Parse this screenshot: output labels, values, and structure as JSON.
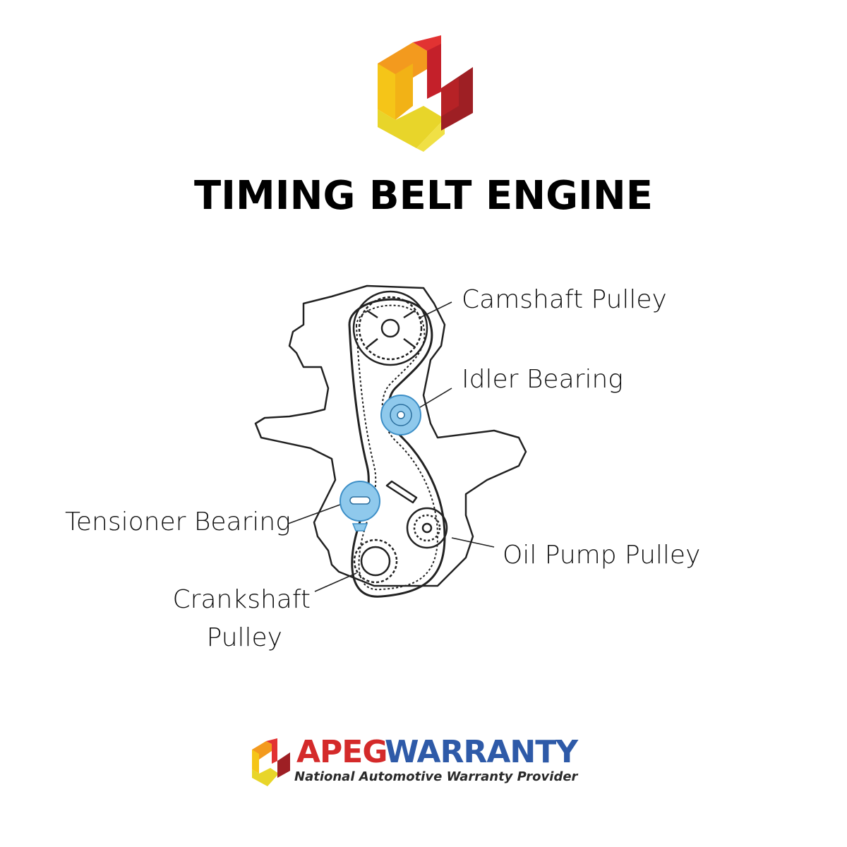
{
  "header": {
    "logo_icon": "apeg-cube-logo-icon",
    "title": "TIMING BELT ENGINE"
  },
  "diagram": {
    "labels": {
      "camshaft": "Camshaft Pulley",
      "idler": "Idler Bearing",
      "tensioner": "Tensioner Bearing",
      "oil_pump": "Oil Pump Pulley",
      "crankshaft_line1": "Crankshaft",
      "crankshaft_line2": "Pulley"
    },
    "colors": {
      "bearing_fill": "#8fc9ec",
      "bearing_stroke": "#3d8fc7",
      "outline": "#222222"
    }
  },
  "footer": {
    "brand_part1": "APEG",
    "brand_part2": "WARRANTY",
    "tagline": "National Automotive Warranty Provider",
    "colors": {
      "red": "#d42a2a",
      "blue": "#2e5aa8",
      "yellow": "#f2c21b",
      "orange": "#f08a1d"
    }
  }
}
